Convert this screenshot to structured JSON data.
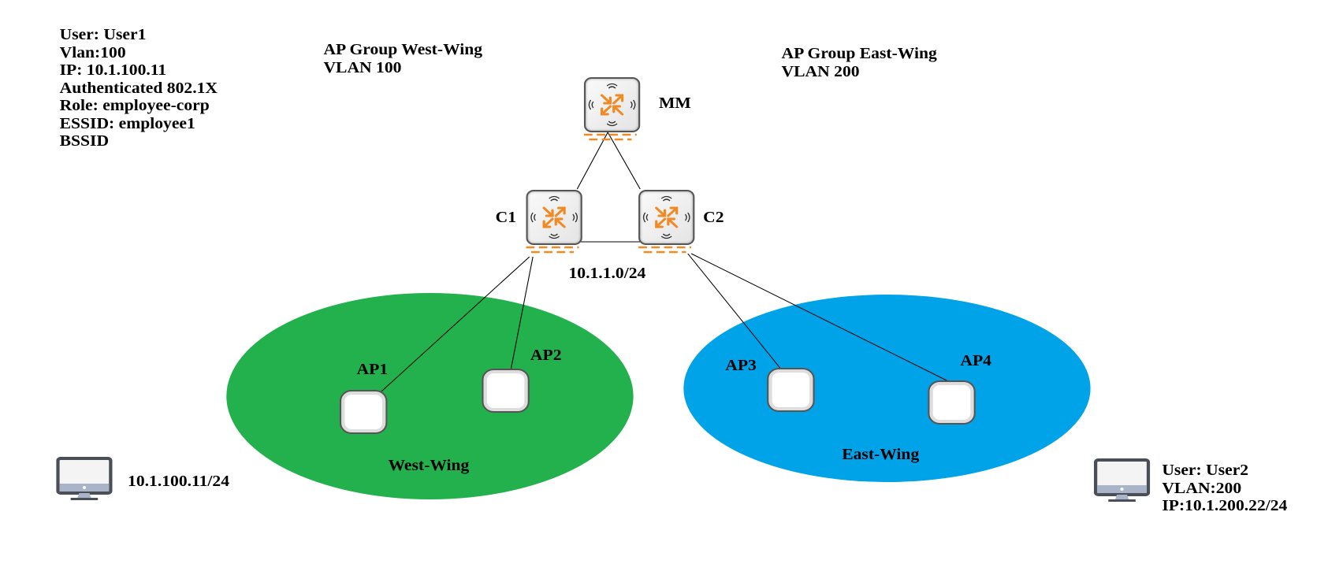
{
  "user1_info": {
    "lines": [
      "User: User1",
      "Vlan:100",
      "IP: 10.1.100.11",
      "Authenticated 802.1X",
      "Role: employee-corp",
      "ESSID: employee1",
      "BSSID"
    ]
  },
  "ap_groups": {
    "west": {
      "title": "AP Group West-Wing",
      "vlan": "VLAN 100"
    },
    "east": {
      "title": "AP Group East-Wing",
      "vlan": "VLAN 200"
    }
  },
  "nodes": {
    "mm": {
      "label": "MM"
    },
    "c1": {
      "label": "C1"
    },
    "c2": {
      "label": "C2"
    },
    "ap1": {
      "label": "AP1"
    },
    "ap2": {
      "label": "AP2"
    },
    "ap3": {
      "label": "AP3"
    },
    "ap4": {
      "label": "AP4"
    }
  },
  "subnet_label": "10.1.1.0/24",
  "zones": {
    "west": {
      "label": "West-Wing",
      "color": "#22b14c"
    },
    "east": {
      "label": "East-Wing",
      "color": "#00a2e8"
    }
  },
  "user1_pc": {
    "ip": "10.1.100.11/24"
  },
  "user2_info": {
    "lines": [
      "User: User2",
      "VLAN:200",
      "IP:10.1.200.22/24"
    ]
  },
  "colors": {
    "accent_orange": "#f08a24",
    "line": "#000000"
  }
}
